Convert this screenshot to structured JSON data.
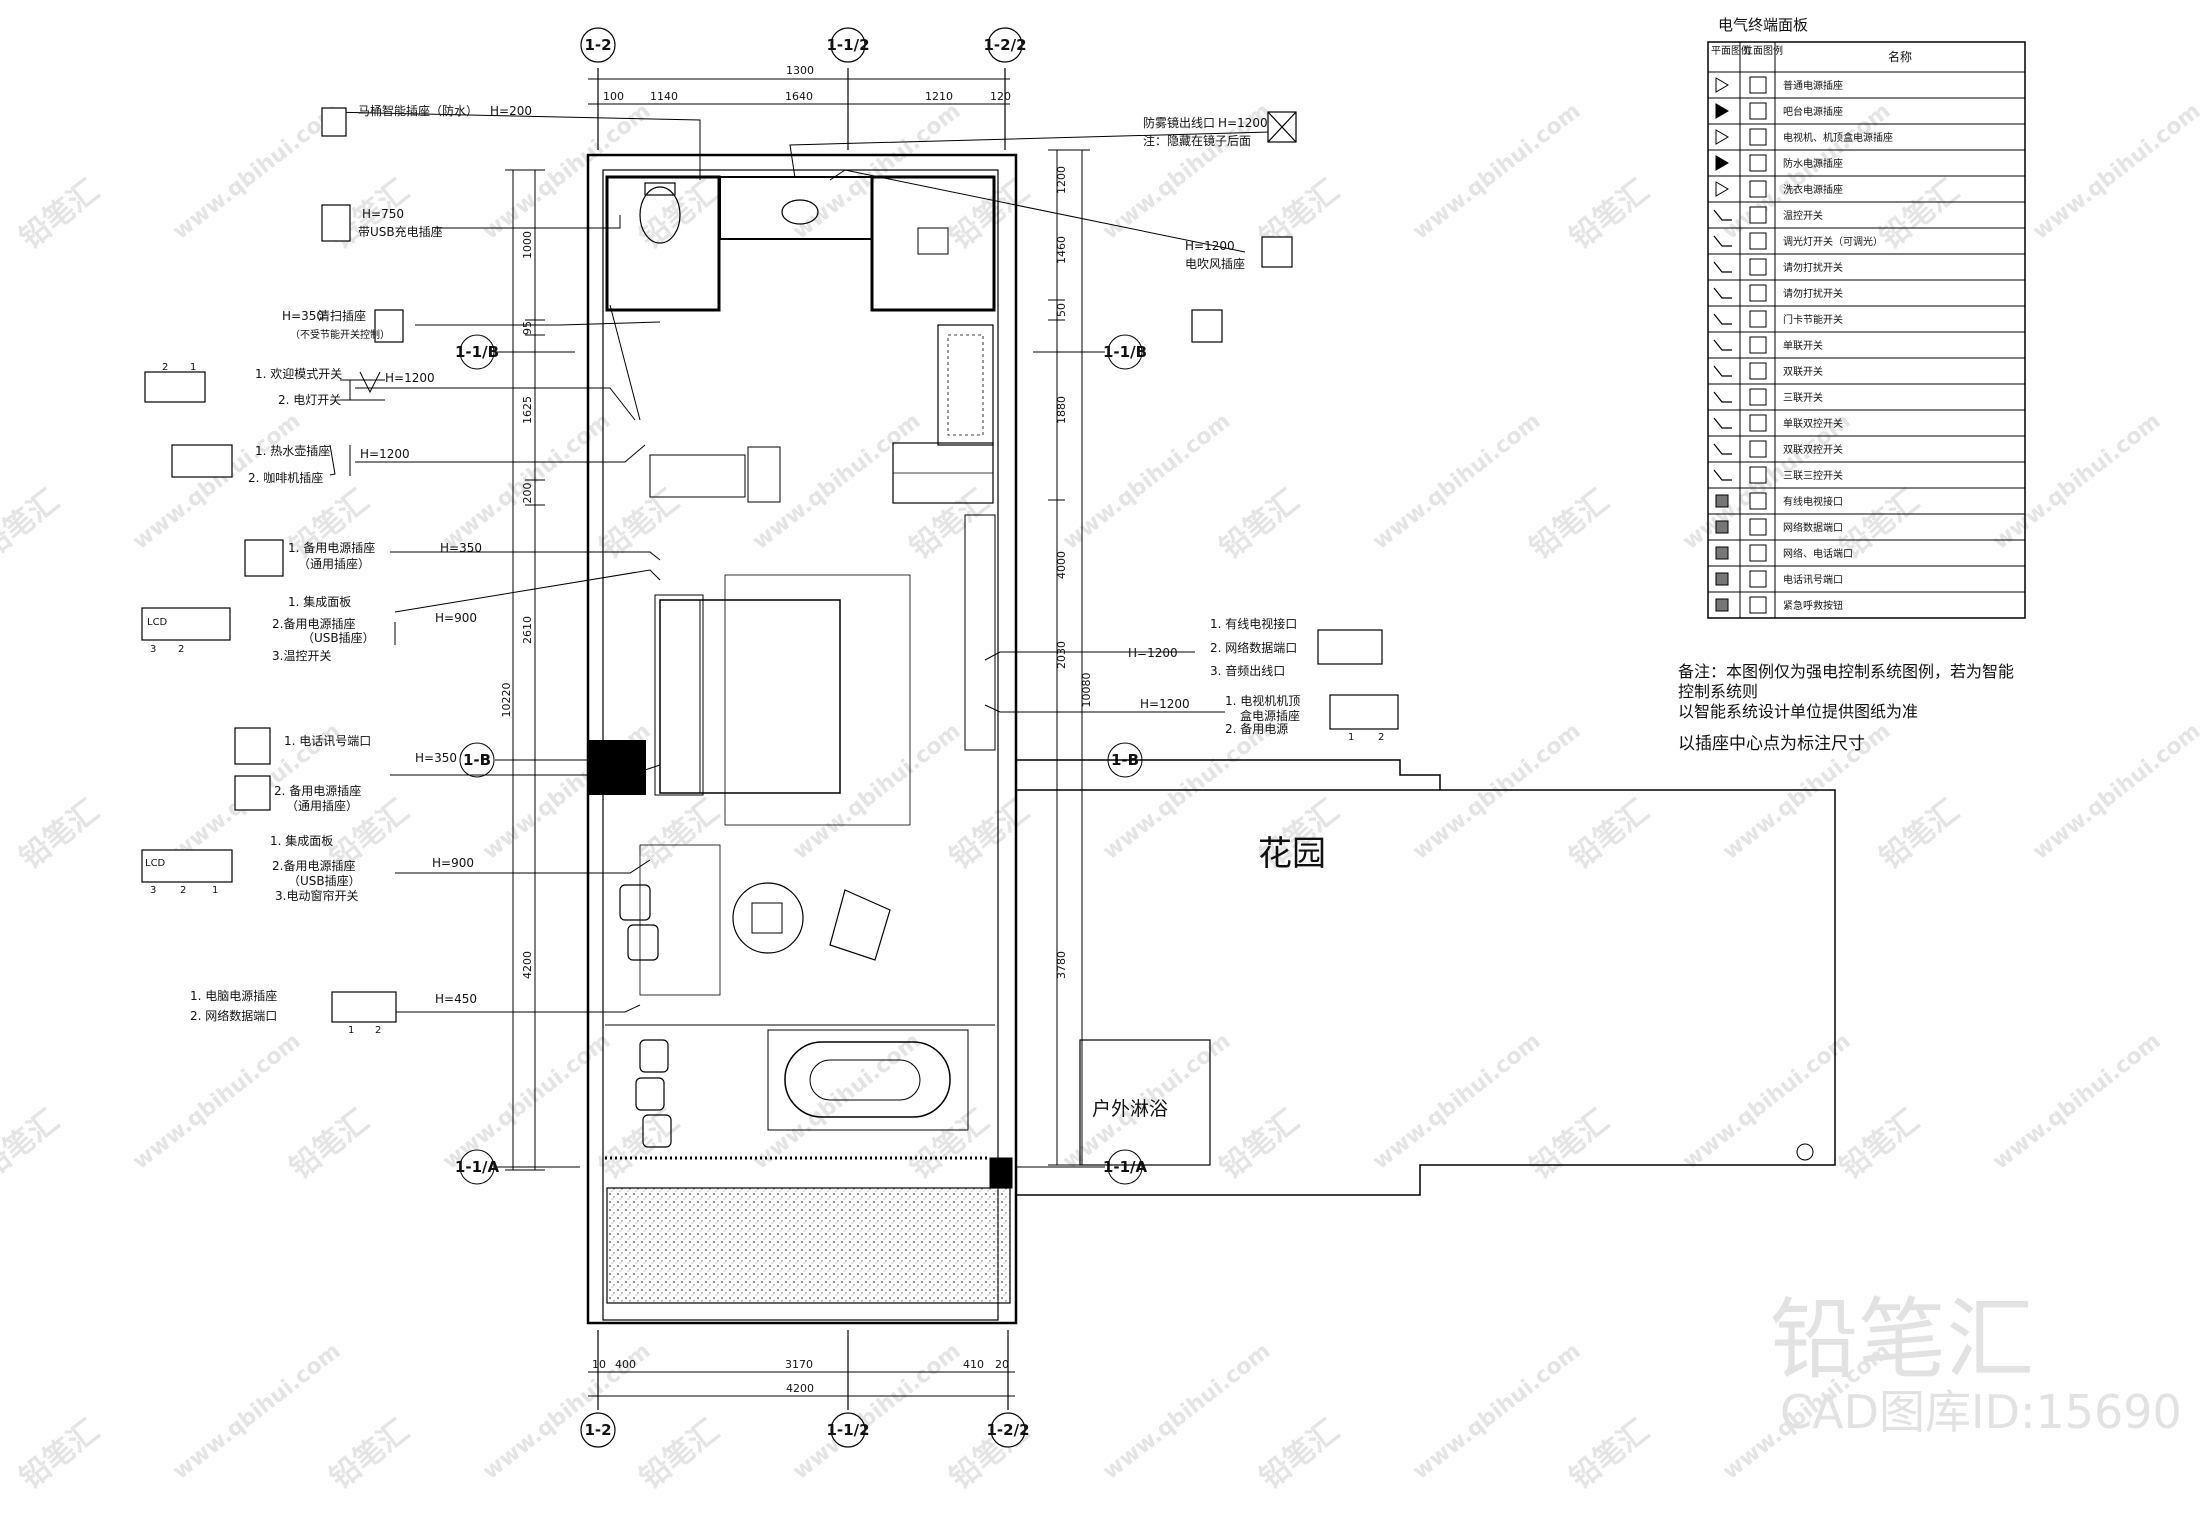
{
  "axes": {
    "a12": "1-2",
    "a1h2": "1-1/2",
    "a2h2": "1-2/2",
    "a1B": "1-B",
    "a1hB": "1-1/B",
    "a1hA": "1-1/A"
  },
  "dims": {
    "top_total": "1300",
    "top_a": "100",
    "top_b": "1140",
    "top_c": "1640",
    "top_d": "1210",
    "top_e": "120",
    "bot_a": "10",
    "bot_b": "400",
    "bot_c": "3170",
    "bot_d": "410",
    "bot_e": "20",
    "bot_total": "4200",
    "left_total": "10220",
    "left_1": "1000",
    "left_2": "95",
    "left_3": "1625",
    "left_4": "200",
    "left_5": "2610",
    "left_6": "4200",
    "right_1": "1200",
    "right_2": "1460",
    "right_3": "1880",
    "right_4": "4000",
    "right_5": "2030",
    "right_6": "10080",
    "right_7": "3780",
    "right_8": "50"
  },
  "labels": {
    "toilet": "马桶智能插座（防水）",
    "toilet_h": "H=200",
    "fog": "防雾镜出线口",
    "fog_h": "H=1200",
    "fog_note": "注：隐藏在镜子后面",
    "usb_h": "H=750",
    "usb": "带USB充电插座",
    "hair_h": "H=1200",
    "hair": "电吹风插座",
    "clean_h": "H=350",
    "clean": "清扫插座",
    "clean_note": "（不受节能开关控制）",
    "welcome1": "1. 欢迎模式开关",
    "welcome2": "2. 电灯开关",
    "welcome_h": "H=1200",
    "kettle1": "1. 热水壶插座",
    "kettle2": "2. 咖啡机插座",
    "kettle_h": "H=1200",
    "spare1": "1. 备用电源插座",
    "spare1b": "（通用插座）",
    "spare_h": "H=350",
    "int1": "1. 集成面板",
    "int2": "2.备用电源插座",
    "int2b": "（USB插座）",
    "int3": "3.温控开关",
    "int_h": "H=900",
    "lcd": "LCD",
    "tel1": "1. 电话讯号端口",
    "tel2": "2. 备用电源插座",
    "tel2b": "（通用插座）",
    "tel_h": "H=350",
    "c1": "1. 集成面板",
    "c2": "2.备用电源插座",
    "c2b": "（USB插座）",
    "c3": "3.电动窗帘开关",
    "c_h": "H=900",
    "pc1": "1. 电脑电源插座",
    "pc2": "2. 网络数据端口",
    "pc_h": "H=450",
    "tv1": "1. 有线电视接口",
    "tv2": "2. 网络数据端口",
    "tv3": "3. 音频出线口",
    "tv_h": "H=1200",
    "stb1": "1. 电视机机顶",
    "stb1b": "盒电源插座",
    "stb2": "2. 备用电源",
    "stb_h": "H=1200",
    "garden": "花园",
    "shower": "户外淋浴",
    "n1": "1",
    "n2": "2",
    "n3": "3"
  },
  "legend": {
    "title": "电气终端面板",
    "h1": "平面图例",
    "h2": "立面图例",
    "h3": "名称",
    "rows": [
      "普通电源插座",
      "吧台电源插座",
      "电视机、机顶盒电源插座",
      "防水电源插座",
      "洗衣电源插座",
      "温控开关",
      "调光灯开关（可调光）",
      "请勿打扰开关",
      "请勿打扰开关",
      "门卡节能开关",
      "单联开关",
      "双联开关",
      "三联开关",
      "单联双控开关",
      "双联双控开关",
      "三联三控开关",
      "有线电视接口",
      "网络数据端口",
      "网络、电话端口",
      "电话讯号端口",
      "紧急呼救按钮"
    ]
  },
  "notes": {
    "n1": "备注：本图例仅为强电控制系统图例，若为智能",
    "n2": "控制系统则",
    "n3": "以智能系统设计单位提供图纸为准",
    "n4": "以插座中心点为标注尺寸"
  },
  "watermark": {
    "wm1": "铅笔汇",
    "wm2": "www.qbihui.com",
    "brand": "铅笔汇",
    "brand_id": "CAD图库ID:15690"
  }
}
